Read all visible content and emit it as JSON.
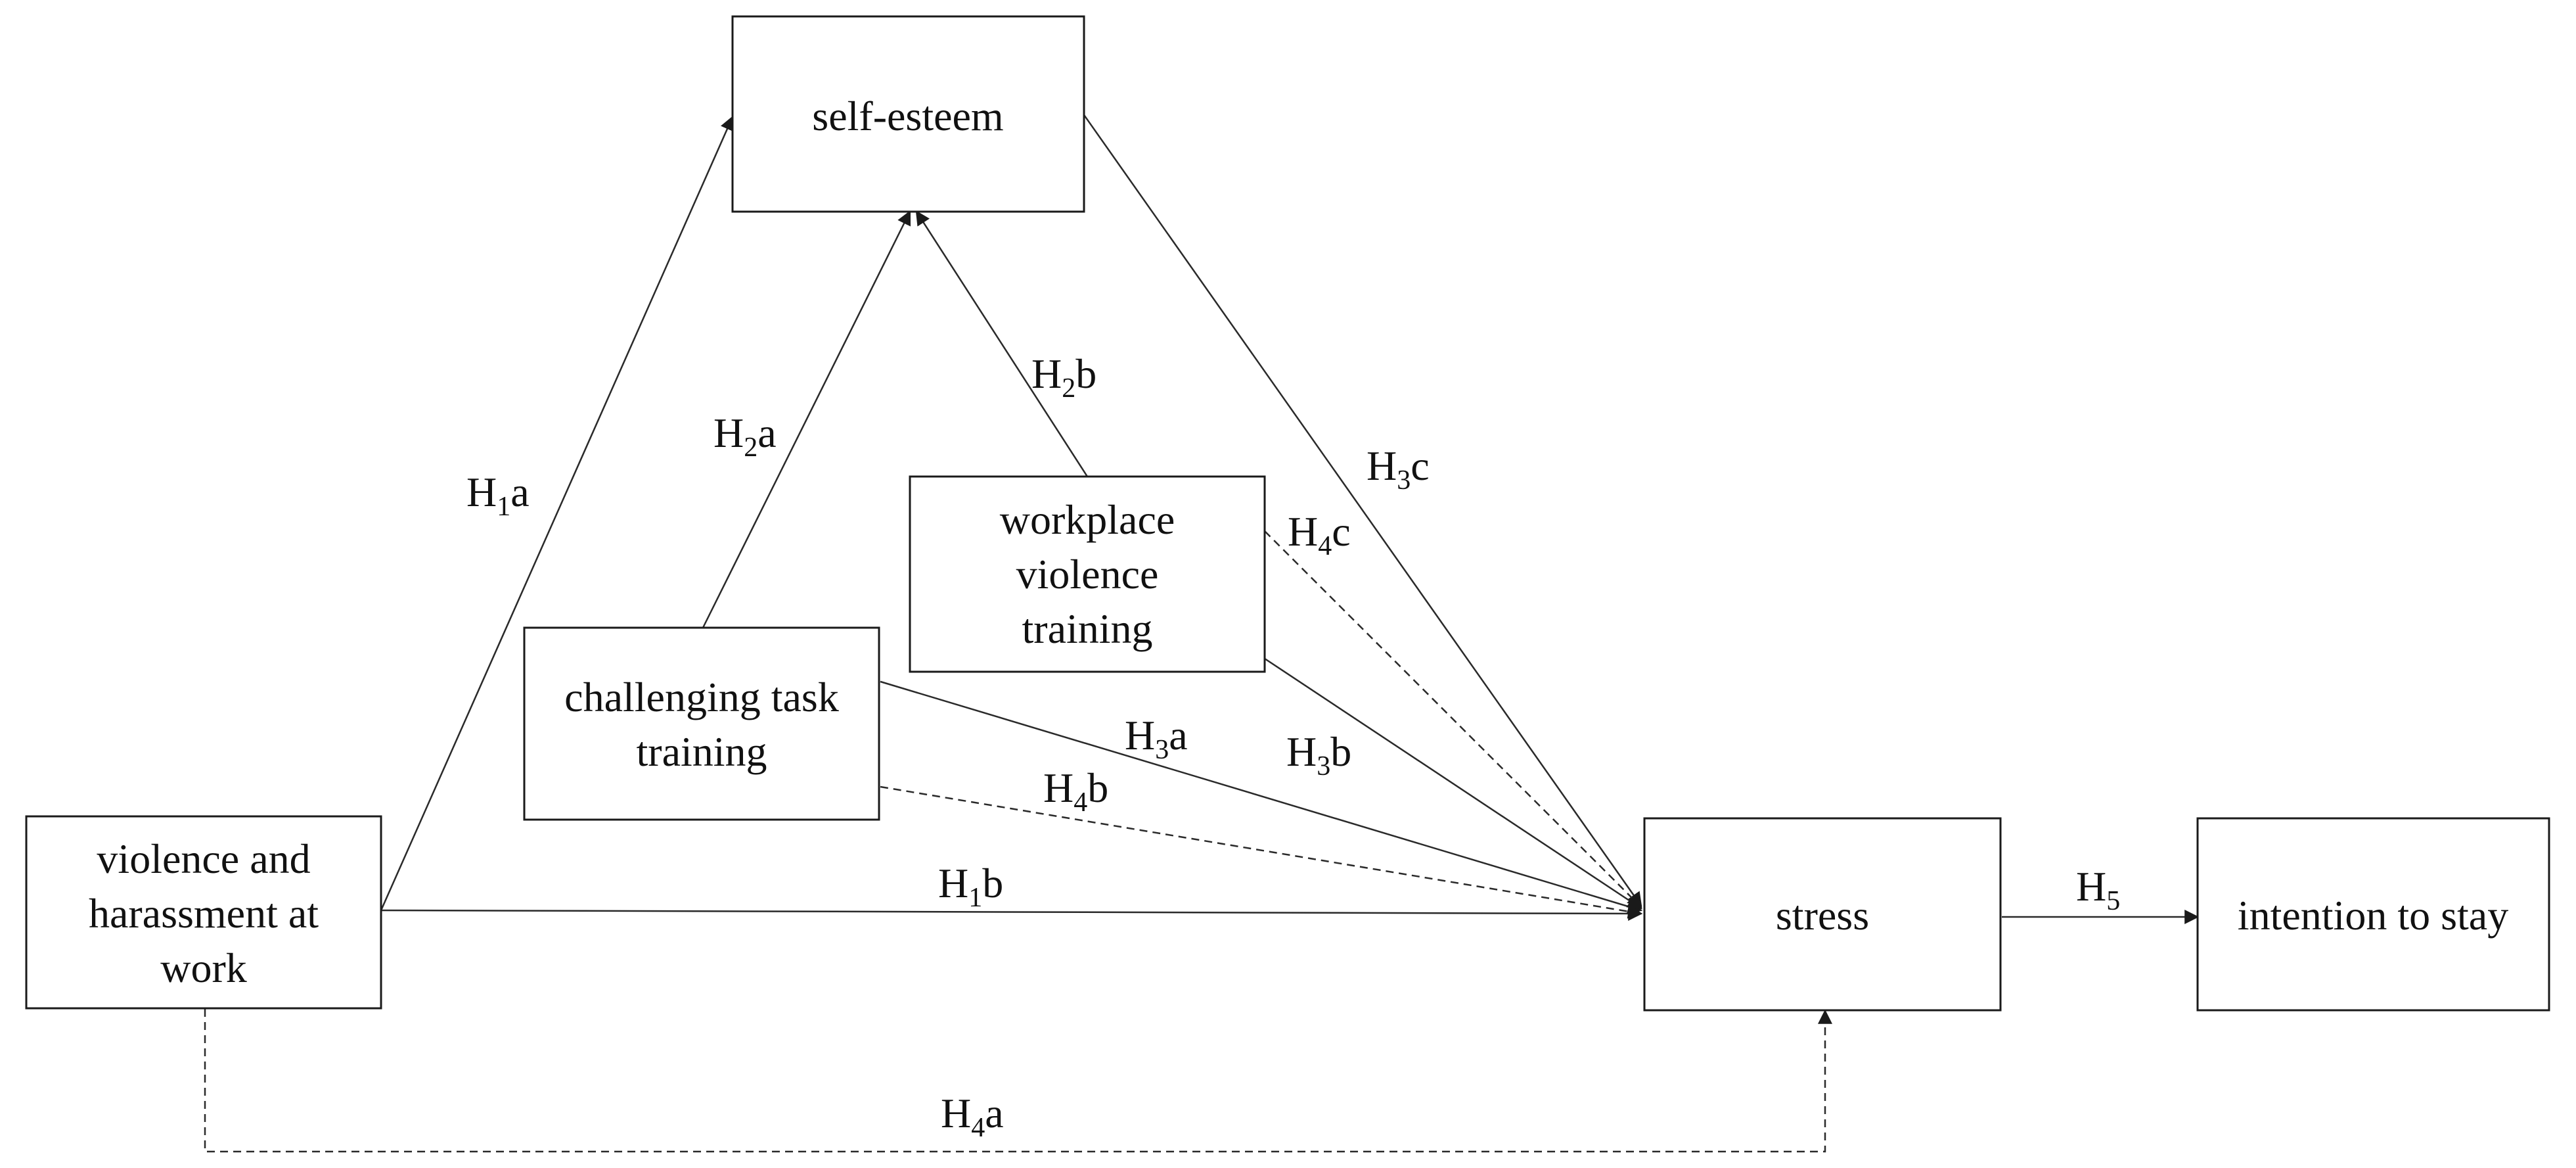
{
  "diagram": {
    "nodes": {
      "self_esteem": {
        "lines": [
          "self-esteem"
        ]
      },
      "workplace_training": {
        "lines": [
          "workplace",
          "violence",
          "training"
        ]
      },
      "challenging_training": {
        "lines": [
          "challenging task",
          "training"
        ]
      },
      "violence": {
        "lines": [
          "violence and",
          "harassment at",
          "work"
        ]
      },
      "stress": {
        "lines": [
          "stress"
        ]
      },
      "intention": {
        "lines": [
          "intention to stay"
        ]
      }
    },
    "edges": {
      "h1a": {
        "main": "H",
        "sub": "1",
        "suffix": "a",
        "style": "solid"
      },
      "h1b": {
        "main": "H",
        "sub": "1",
        "suffix": "b",
        "style": "solid"
      },
      "h2a": {
        "main": "H",
        "sub": "2",
        "suffix": "a",
        "style": "solid"
      },
      "h2b": {
        "main": "H",
        "sub": "2",
        "suffix": "b",
        "style": "solid"
      },
      "h3a": {
        "main": "H",
        "sub": "3",
        "suffix": "a",
        "style": "solid"
      },
      "h3b": {
        "main": "H",
        "sub": "3",
        "suffix": "b",
        "style": "solid"
      },
      "h3c": {
        "main": "H",
        "sub": "3",
        "suffix": "c",
        "style": "solid"
      },
      "h4a": {
        "main": "H",
        "sub": "4",
        "suffix": "a",
        "style": "dashed"
      },
      "h4b": {
        "main": "H",
        "sub": "4",
        "suffix": "b",
        "style": "dashed"
      },
      "h4c": {
        "main": "H",
        "sub": "4",
        "suffix": "c",
        "style": "dashed"
      },
      "h5": {
        "main": "H",
        "sub": "5",
        "suffix": "",
        "style": "solid"
      }
    }
  }
}
